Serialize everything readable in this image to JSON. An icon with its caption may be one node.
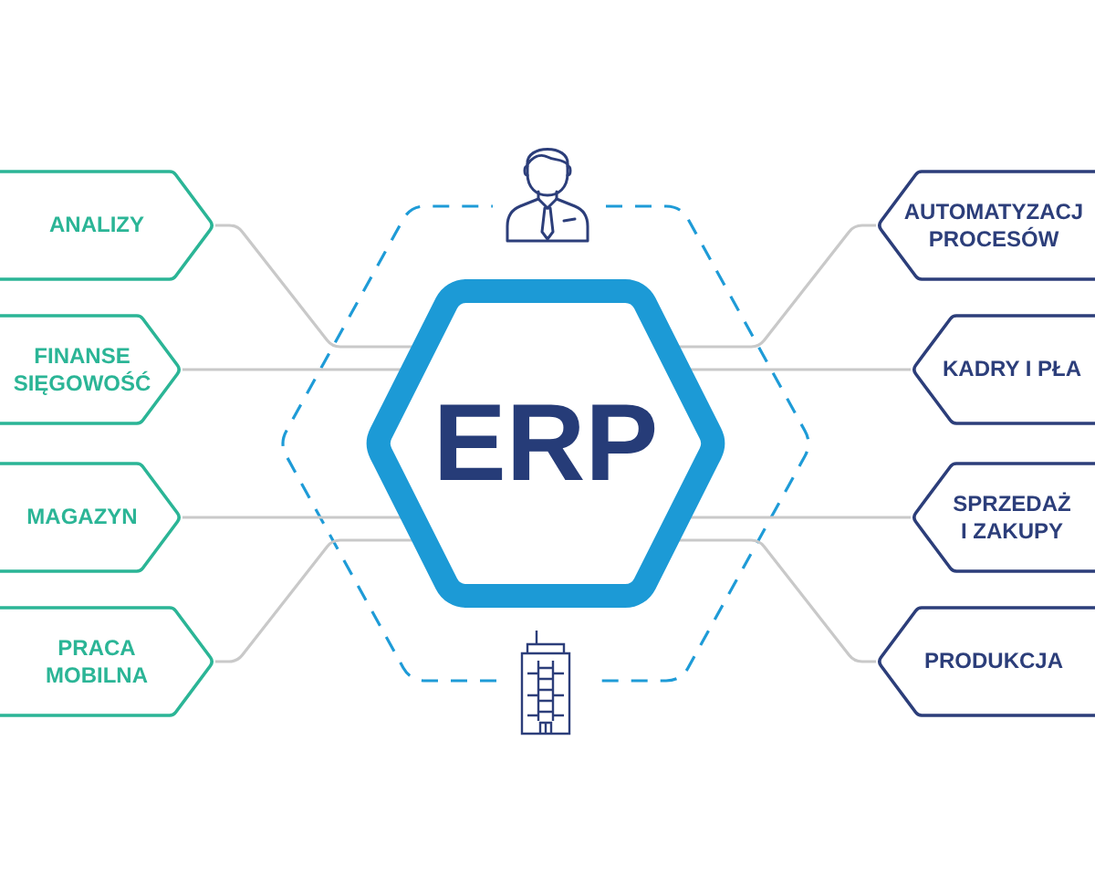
{
  "diagram": {
    "nodes": [
      {
        "text": [
          "ANALIZY"
        ]
      },
      {
        "text": [
          "FINANSE SIĘGOWOŚĆ"
        ]
      },
      {
        "text": [
          "MAGAZYN"
        ]
      },
      {
        "text": [
          "PRACA MOBILNA"
        ]
      },
      {
        "text": [
          "ERP"
        ]
      },
      {
        "text": [
          "AUTOMATYZACJ PROCESÓW"
        ]
      },
      {
        "text": [
          "KADRY I PŁA"
        ]
      },
      {
        "text": [
          "SPRZEDAŻ I ZAKUPY"
        ]
      },
      {
        "text": [
          "PRODUKCJA"
        ]
      }
    ],
    "edges": [
      {
        "from": 0,
        "to": 4,
        "arrow": "none"
      },
      {
        "from": 1,
        "to": 4,
        "arrow": "none"
      },
      {
        "from": 2,
        "to": 4,
        "arrow": "none"
      },
      {
        "from": 3,
        "to": 4,
        "arrow": "none"
      },
      {
        "from": 5,
        "to": 4,
        "arrow": "none"
      },
      {
        "from": 6,
        "to": 4,
        "arrow": "none"
      },
      {
        "from": 7,
        "to": 4,
        "arrow": "none"
      },
      {
        "from": 8,
        "to": 4,
        "arrow": "none"
      }
    ]
  }
}
